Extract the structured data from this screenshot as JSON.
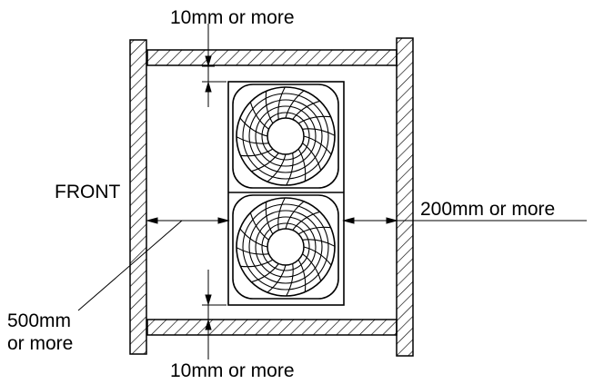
{
  "labels": {
    "front": "FRONT",
    "top_clearance": "10mm or more",
    "bottom_clearance": "10mm or more",
    "right_clearance": "200mm or more",
    "left_clearance_line1": "500mm",
    "left_clearance_line2": "or more"
  },
  "colors": {
    "ink": "#000000",
    "background": "#ffffff"
  }
}
